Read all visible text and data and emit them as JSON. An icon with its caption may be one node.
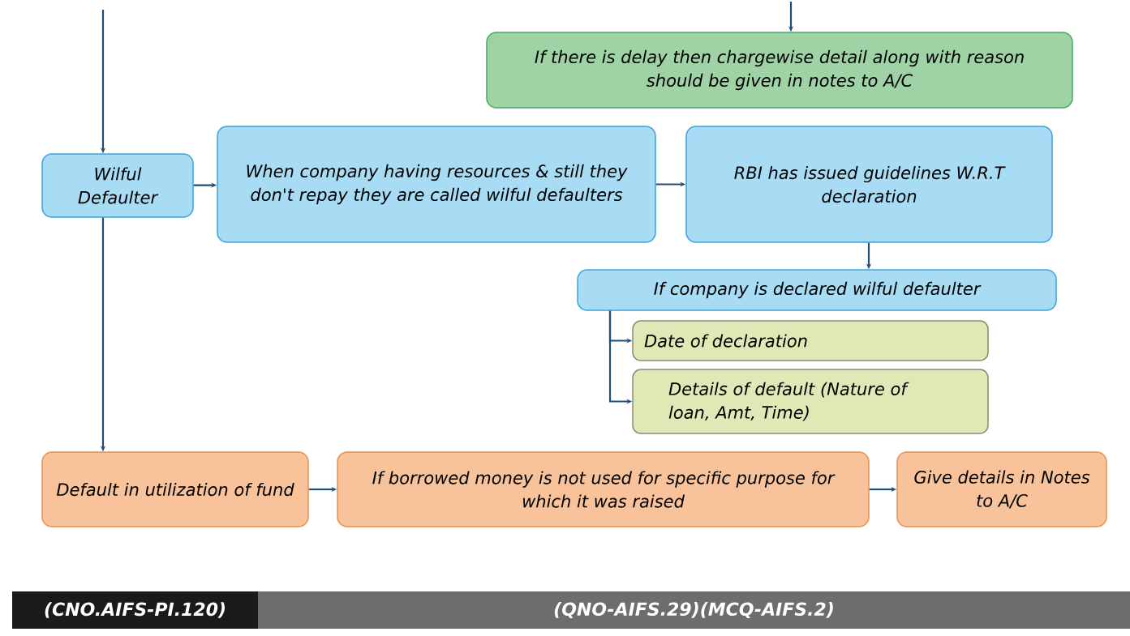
{
  "diagram": {
    "nodes": [
      {
        "text": [
          "If there is delay then chargewise detail along with reason should be given in notes to A/C"
        ]
      },
      {
        "text": [
          "Wilful Defaulter"
        ]
      },
      {
        "text": [
          "When company having resources & still they don't repay  they are called wilful defaulters"
        ]
      },
      {
        "text": [
          "RBI has issued guidelines W.R.T declaration"
        ]
      },
      {
        "text": [
          "If company is declared wilful defaulter"
        ]
      },
      {
        "text": [
          "Date of declaration"
        ]
      },
      {
        "text": [
          "Details of default (Nature of loan, Amt, Time)"
        ]
      },
      {
        "text": [
          "Default in utilization of fund"
        ]
      },
      {
        "text": [
          "If borrowed money is not used for specific purpose for which it was raised"
        ]
      },
      {
        "text": [
          "Give details in Notes to A/C"
        ]
      }
    ],
    "edges": [
      {
        "from": null,
        "to": 0,
        "arrow": "to"
      },
      {
        "from": null,
        "to": 1,
        "arrow": "to"
      },
      {
        "from": 1,
        "to": 2,
        "arrow": "to"
      },
      {
        "from": 2,
        "to": 3,
        "arrow": "to"
      },
      {
        "from": 3,
        "to": 4,
        "arrow": "to"
      },
      {
        "from": 4,
        "to": 5,
        "arrow": "to"
      },
      {
        "from": 4,
        "to": 6,
        "arrow": "to"
      },
      {
        "from": 1,
        "to": 7,
        "arrow": "to"
      },
      {
        "from": 7,
        "to": 8,
        "arrow": "to"
      },
      {
        "from": 8,
        "to": 9,
        "arrow": "to"
      }
    ],
    "labels": [
      "(CNO.AIFS-PI.120)",
      "(QNO-AIFS.29)(MCQ-AIFS.2)"
    ]
  }
}
